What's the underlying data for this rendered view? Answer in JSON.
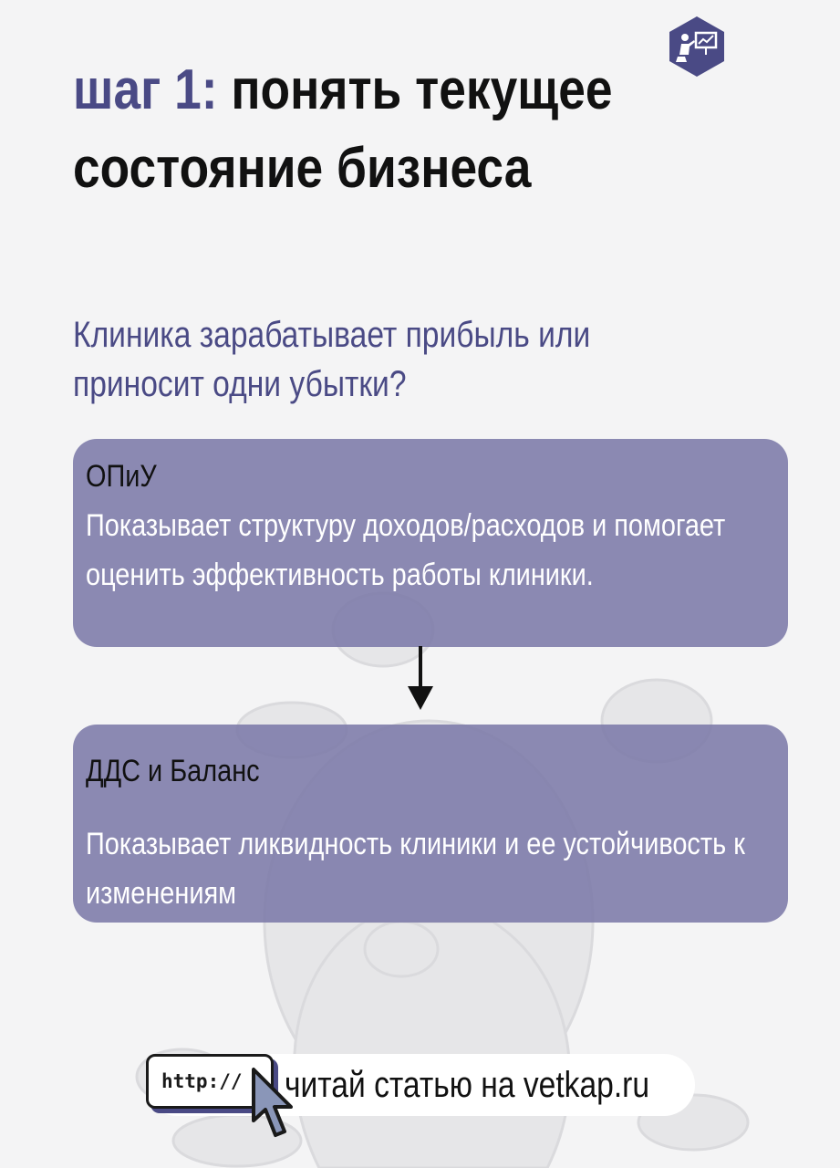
{
  "title": {
    "accent": "шаг 1:",
    "rest": " понять текущее состояние бизнеса"
  },
  "subtitle": "Клиника зарабатывает прибыль или приносит одни убытки?",
  "cards": [
    {
      "label": "ОПиУ",
      "description": "Показывает структуру доходов/расходов и помогает оценить эффективность работы клиники."
    },
    {
      "label": "ДДС и Баланс",
      "description": "Показывает ликвидность клиники и ее устойчивость к изменениям"
    }
  ],
  "footer": {
    "url_label": "http://",
    "text": "читай статью на vetkap.ru"
  },
  "colors": {
    "accent": "#4a4a85",
    "card": "#7c7aa8",
    "background": "#f4f4f5"
  },
  "icons": {
    "logo": "presenter-chart-hexagon-logo",
    "flow": "arrow-down-icon",
    "cursor": "mouse-pointer-icon"
  }
}
